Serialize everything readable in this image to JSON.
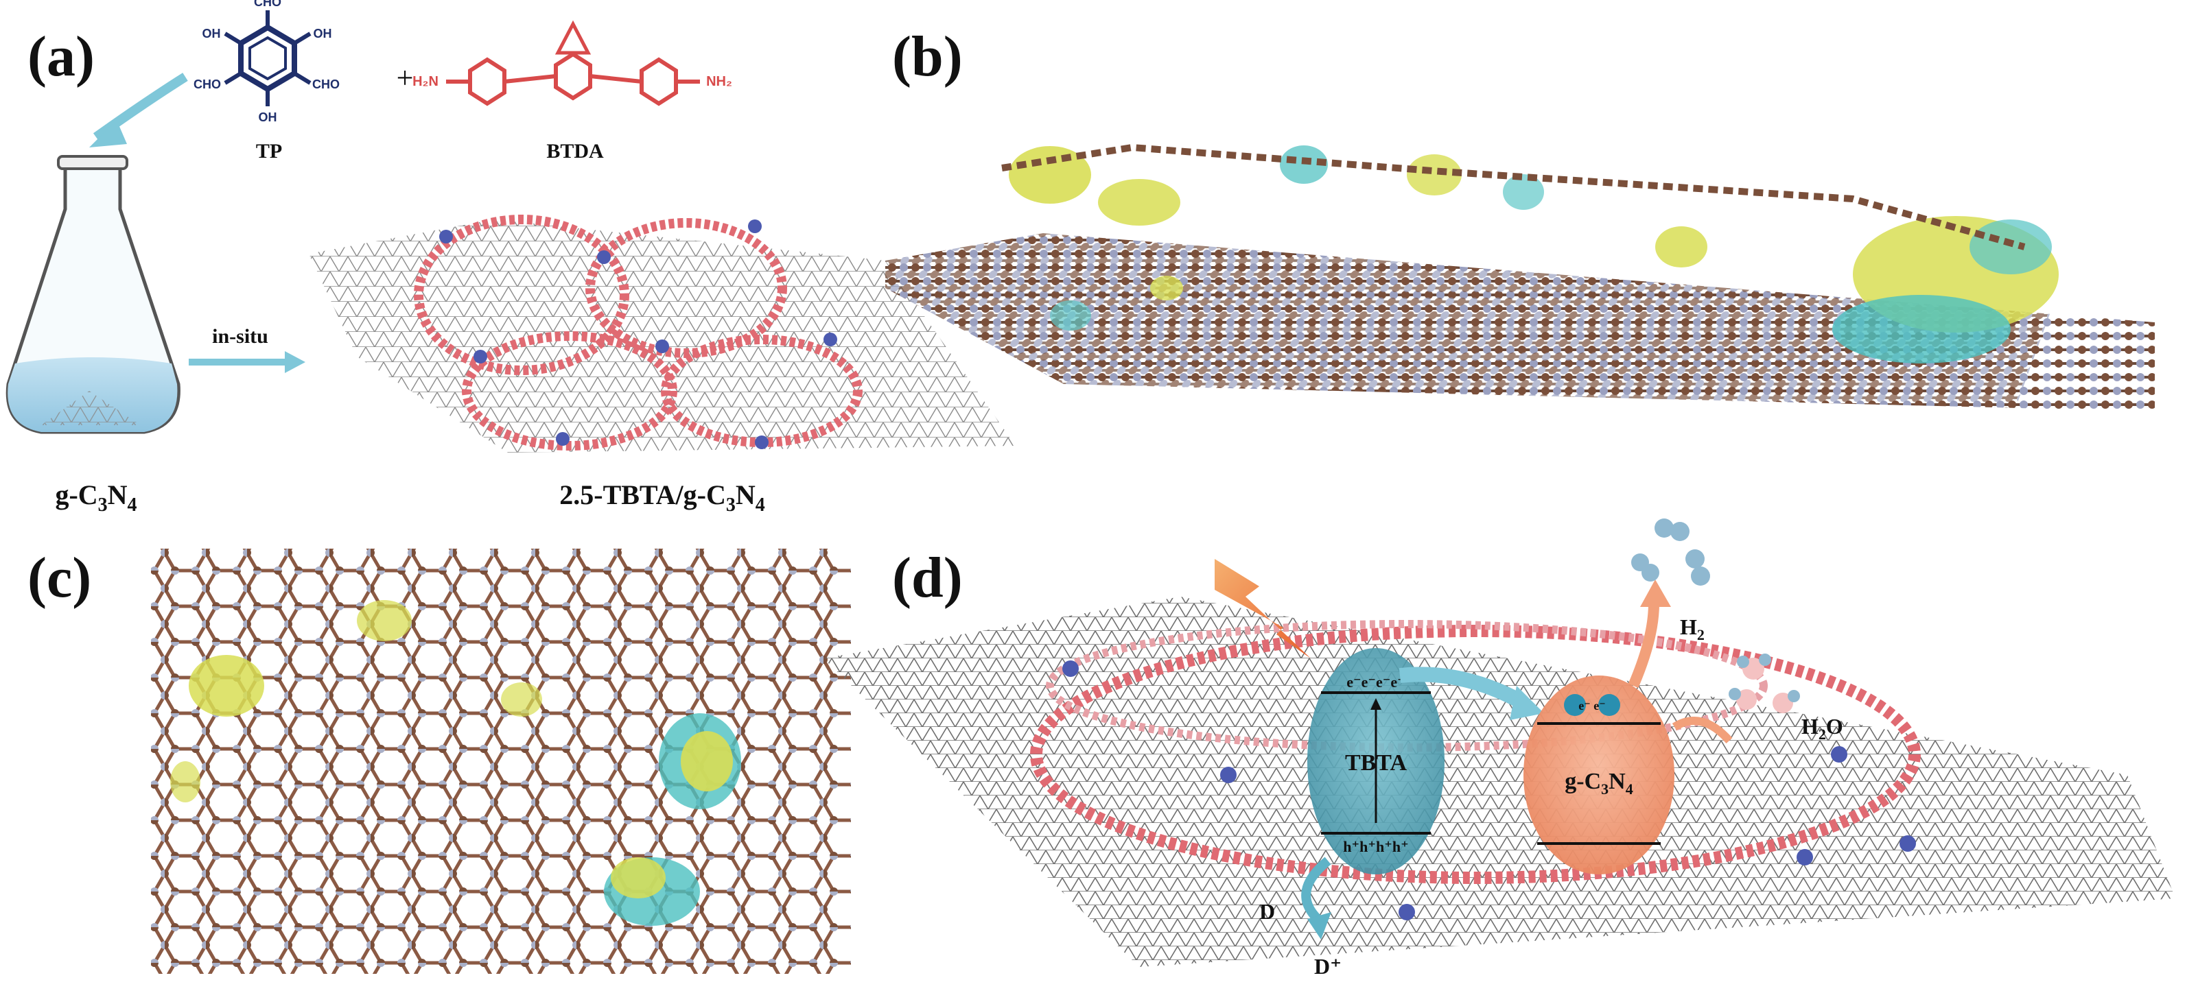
{
  "panels": {
    "a": {
      "label": "(a)",
      "reactant1": "TP",
      "plus": "+",
      "reactant2": "BTDA",
      "arrow_text": "in-situ",
      "flask_label_pre": "g-C",
      "flask_label_sub1": "3",
      "flask_label_mid": "N",
      "flask_label_sub2": "4",
      "product_label_pre": "2.5-TBTA/g-C",
      "product_label_sub1": "3",
      "product_label_mid": "N",
      "product_label_sub2": "4",
      "tp_groups": [
        "CHO",
        "CHO",
        "CHO",
        "OH",
        "OH",
        "OH"
      ],
      "btda_left": "H₂N",
      "btda_right": "NH₂"
    },
    "b": {
      "label": "(b)"
    },
    "c": {
      "label": "(c)"
    },
    "d": {
      "label": "(d)",
      "tbta_label": "TBTA",
      "electrons_tbta": "e⁻e⁻e⁻e⁻",
      "holes_tbta": "h⁺h⁺h⁺h⁺",
      "gcn_pre": "g-C",
      "gcn_sub1": "3",
      "gcn_mid": "N",
      "gcn_sub2": "4",
      "gcn_electrons": "e⁻ e⁻",
      "h2_pre": "H",
      "h2_sub": "2",
      "h2o_pre": "H",
      "h2o_sub": "2",
      "h2o_post": "O",
      "donor": "D",
      "donor_ox": "D⁺"
    }
  },
  "colors": {
    "teal": "#5fb3c7",
    "yellow": "#d8de55",
    "orange": "#f2a07a",
    "pink": "#e0717a",
    "blue": "#5a6bb5",
    "brown": "#7a4f3a",
    "gray": "#9aa0ad",
    "arrow": "#7fc7d9"
  }
}
